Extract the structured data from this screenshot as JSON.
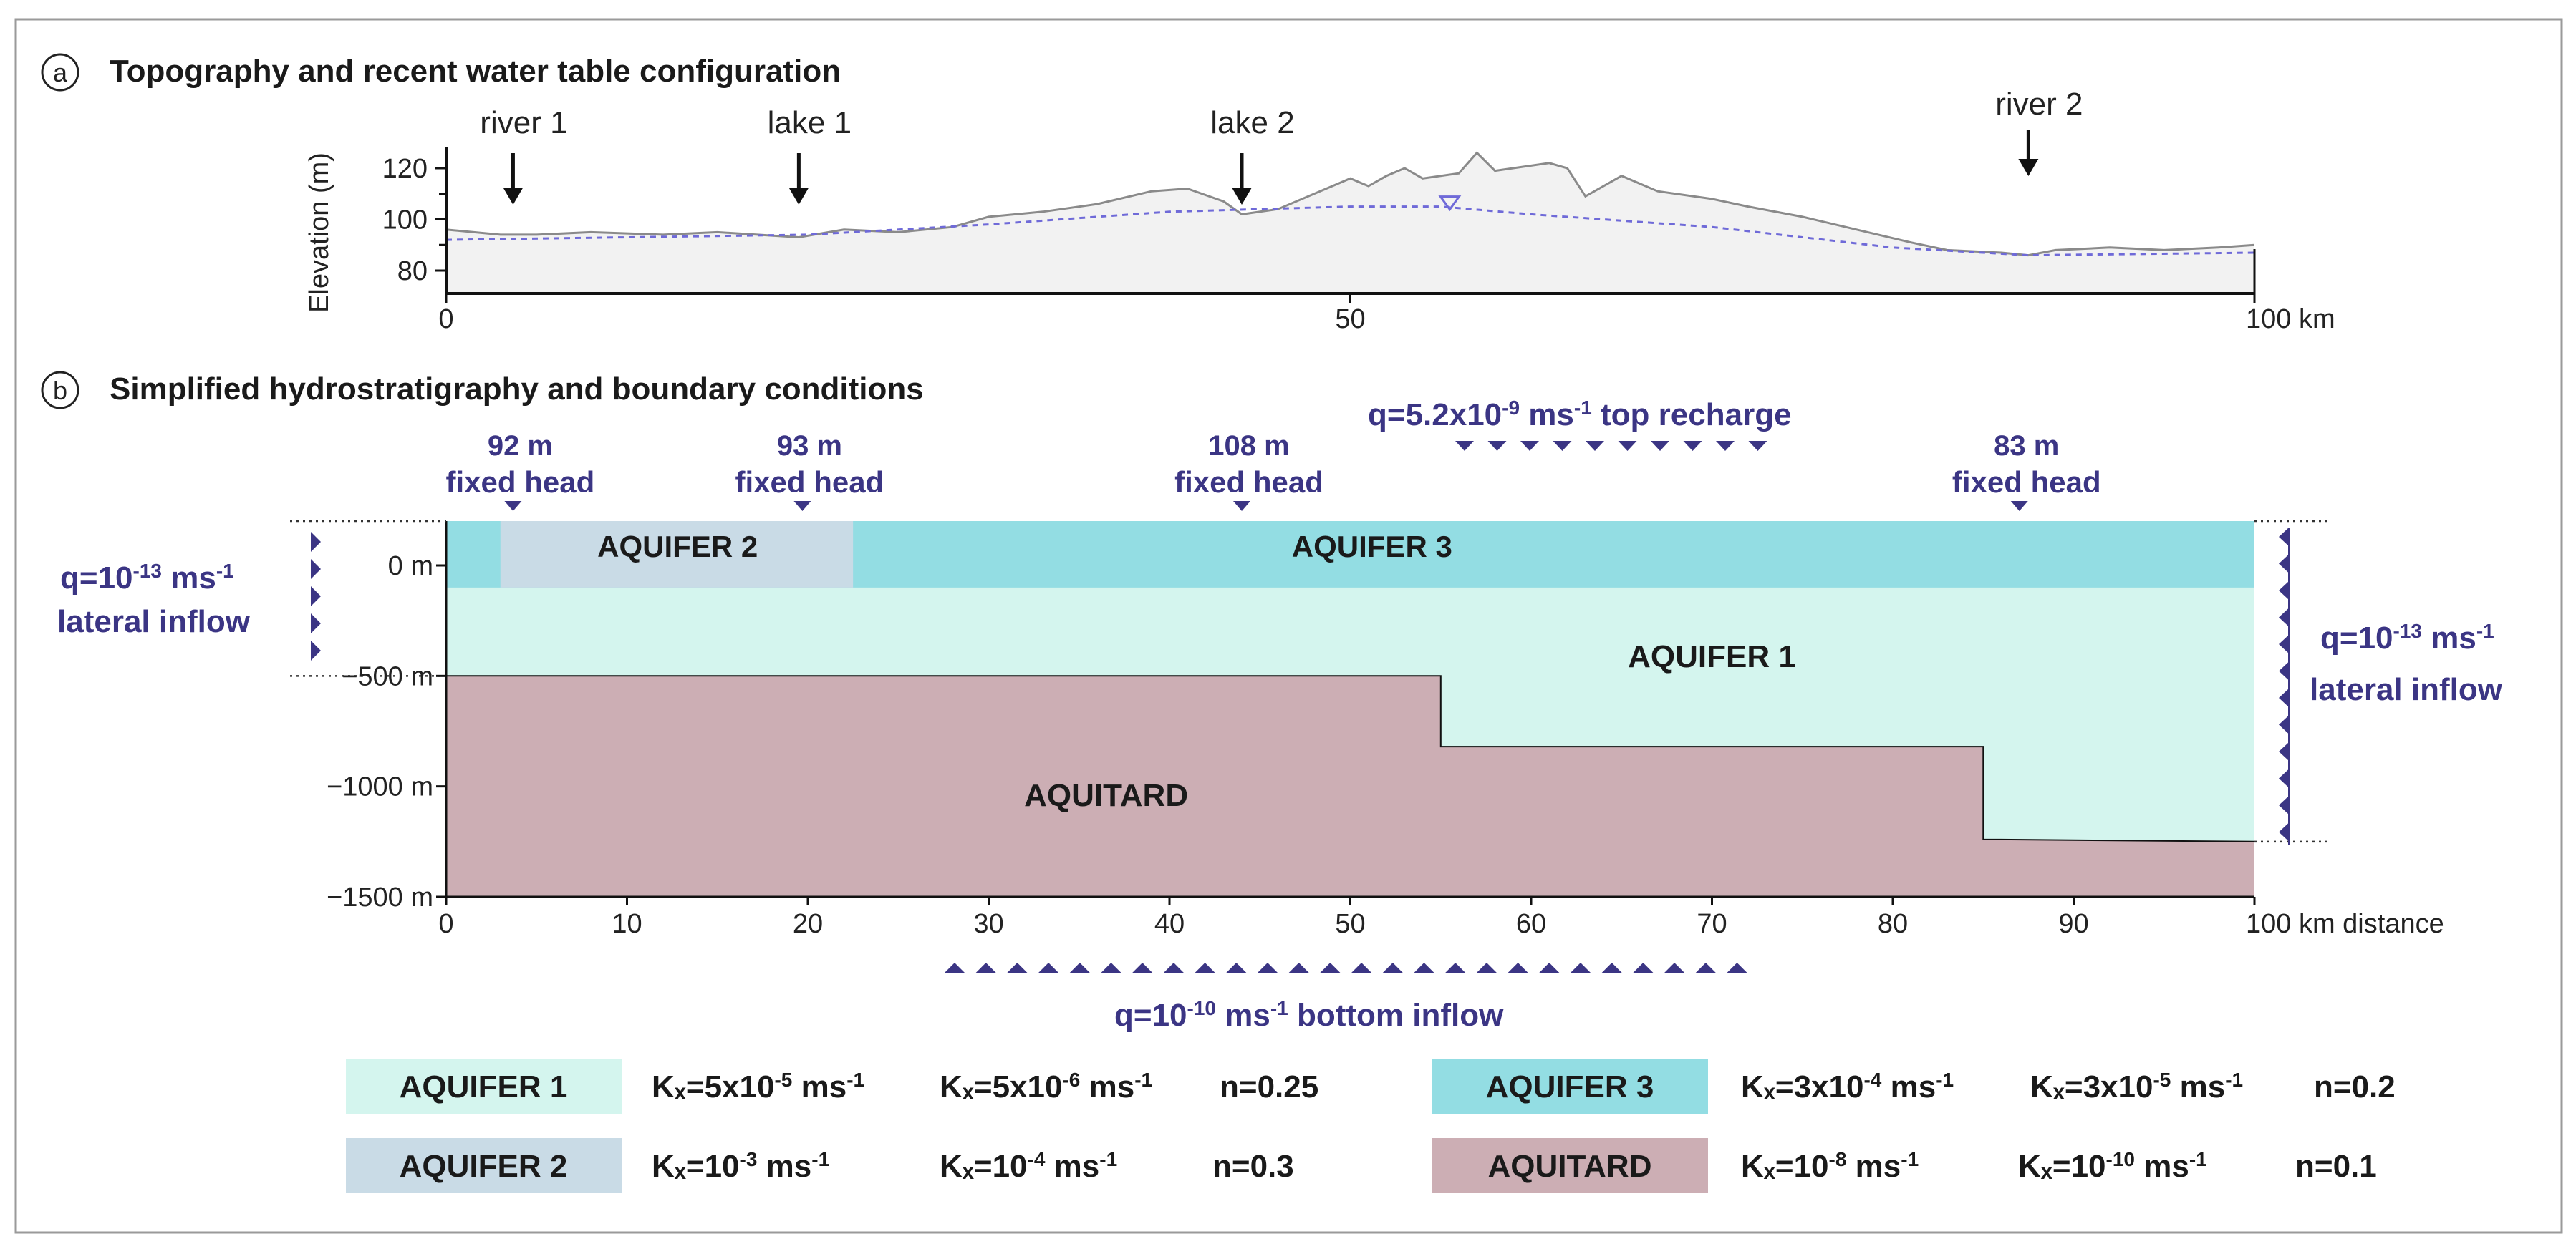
{
  "panel_a": {
    "letter": "a",
    "title": "Topography and recent water table configuration",
    "y_axis_label": "Elevation (m)",
    "y_ticks": [
      "120",
      "100",
      "80"
    ],
    "x_ticks": [
      "0",
      "50",
      "100 km"
    ],
    "markers": [
      {
        "label": "river 1",
        "km": 3.7
      },
      {
        "label": "lake 1",
        "km": 19.5
      },
      {
        "label": "lake 2",
        "km": 44.0
      },
      {
        "label": "river 2",
        "km": 87.5
      }
    ],
    "topography_km_m": [
      [
        0,
        96
      ],
      [
        3,
        94
      ],
      [
        5,
        94
      ],
      [
        8,
        95
      ],
      [
        12,
        94
      ],
      [
        15,
        95
      ],
      [
        19.5,
        93
      ],
      [
        22,
        96
      ],
      [
        25,
        95
      ],
      [
        28,
        97
      ],
      [
        30,
        101
      ],
      [
        33,
        103
      ],
      [
        36,
        106
      ],
      [
        39,
        111
      ],
      [
        41,
        112
      ],
      [
        43,
        107
      ],
      [
        44,
        102
      ],
      [
        46,
        104
      ],
      [
        48,
        110
      ],
      [
        50,
        116
      ],
      [
        51,
        113
      ],
      [
        52,
        117
      ],
      [
        53,
        120
      ],
      [
        54,
        116
      ],
      [
        56,
        118
      ],
      [
        57,
        126
      ],
      [
        58,
        119
      ],
      [
        61,
        122
      ],
      [
        62,
        120
      ],
      [
        63,
        109
      ],
      [
        65,
        117
      ],
      [
        67,
        111
      ],
      [
        70,
        108
      ],
      [
        72,
        105
      ],
      [
        75,
        101
      ],
      [
        78,
        96
      ],
      [
        81,
        91
      ],
      [
        83,
        88
      ],
      [
        86,
        87
      ],
      [
        87.5,
        86
      ],
      [
        89,
        88
      ],
      [
        92,
        89
      ],
      [
        95,
        88
      ],
      [
        98,
        89
      ],
      [
        100,
        90
      ]
    ],
    "water_table_km_m": [
      [
        0,
        92
      ],
      [
        10,
        93
      ],
      [
        20,
        94
      ],
      [
        30,
        98
      ],
      [
        40,
        103
      ],
      [
        50,
        105
      ],
      [
        55,
        105
      ],
      [
        60,
        102
      ],
      [
        70,
        97
      ],
      [
        80,
        89
      ],
      [
        87.5,
        86
      ],
      [
        100,
        87
      ]
    ]
  },
  "panel_b": {
    "letter": "b",
    "title": "Simplified hydrostratigraphy and boundary conditions",
    "y_ticks": [
      "0 m",
      "−500 m",
      "−1000 m",
      "−1500 m"
    ],
    "x_ticks": [
      "0",
      "10",
      "20",
      "30",
      "40",
      "50",
      "60",
      "70",
      "80",
      "90",
      "100 km distance"
    ],
    "top_recharge": {
      "base": "q=5.2x10",
      "exp": "-9",
      "unit": " ms",
      "unit_exp": "-1",
      "label": " top recharge"
    },
    "bottom_inflow": {
      "base": "q=10",
      "exp": "-10",
      "unit": " ms",
      "unit_exp": "-1",
      "label": " bottom inflow"
    },
    "lateral_left": {
      "base": "q=10",
      "exp": "-13",
      "unit": " ms",
      "unit_exp": "-1",
      "label": "lateral inflow"
    },
    "lateral_right": {
      "base": "q=10",
      "exp": "-13",
      "unit": " ms",
      "unit_exp": "-1",
      "label": "lateral inflow"
    },
    "fixed_heads": [
      {
        "head": "92 m",
        "label": "fixed head",
        "km": 3.7
      },
      {
        "head": "93 m",
        "label": "fixed head",
        "km": 19.7
      },
      {
        "head": "108 m",
        "label": "fixed head",
        "km": 44.0
      },
      {
        "head": "83 m",
        "label": "fixed head",
        "km": 87.0
      }
    ],
    "layers": {
      "aquifer3": "AQUIFER 3",
      "aquifer2": "AQUIFER 2",
      "aquifer1": "AQUIFER 1",
      "aquitard": "AQUITARD"
    },
    "geometry_data_units": {
      "aquifer3_bottom_m": -100,
      "aquifer2_km": [
        3,
        22.5
      ],
      "aquitard_top_profile_km_m": [
        [
          0,
          -500
        ],
        [
          55,
          -500
        ],
        [
          55,
          -820
        ],
        [
          85,
          -820
        ],
        [
          85,
          -1240
        ],
        [
          100,
          -1250
        ]
      ],
      "model_bottom_m": -1500
    }
  },
  "legend": [
    {
      "name": "AQUIFER 1",
      "color": "#d4f5ee",
      "kx": "Kₓ=5x10",
      "kx_exp": "-5",
      "kz": "Kₓ=5x10",
      "kz_exp": "-6",
      "n": "n=0.25"
    },
    {
      "name": "AQUIFER 3",
      "color": "#93dde3",
      "kx": "Kₓ=3x10",
      "kx_exp": "-4",
      "kz": "Kₓ=3x10",
      "kz_exp": "-5",
      "n": "n=0.2"
    },
    {
      "name": "AQUIFER 2",
      "color": "#c9dbe6",
      "kx": "Kₓ=10",
      "kx_exp": "-3",
      "kz": "Kₓ=10",
      "kz_exp": "-4",
      "n": "n=0.3"
    },
    {
      "name": "AQUITARD",
      "color": "#ccaeb4",
      "kx": "Kₓ=10",
      "kx_exp": "-8",
      "kz": "Kₓ=10",
      "kz_exp": "-10",
      "n": "n=0.1"
    }
  ],
  "legend_labels": {
    "ms": " ms",
    "ms_exp": "-1"
  },
  "colors": {
    "aquifer1": "#d4f5ee",
    "aquifer2": "#c9dbe6",
    "aquifer3": "#93dde3",
    "aquitard": "#ccaeb4",
    "navy": "#3b3584",
    "water_table": "#6f6ad8",
    "topo_line": "#8a8a8a",
    "topo_fill": "#f2f2f2"
  }
}
